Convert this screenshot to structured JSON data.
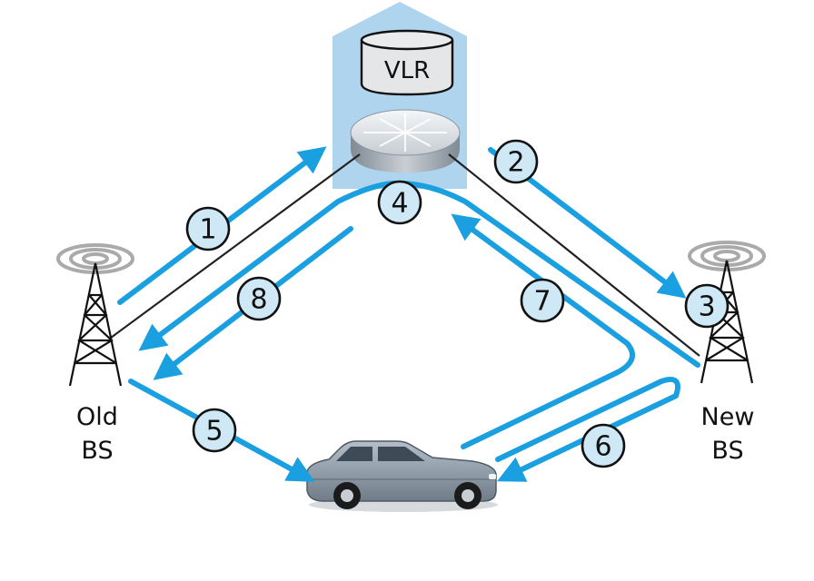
{
  "vlr": {
    "label": "VLR"
  },
  "stations": {
    "old_line1": "Old",
    "old_line2": "BS",
    "new_line1": "New",
    "new_line2": "BS"
  },
  "steps": [
    "1",
    "2",
    "3",
    "4",
    "5",
    "6",
    "7",
    "8"
  ],
  "colors": {
    "arrow": "#1aa0e0",
    "building": "#aed4ee",
    "step_fill": "#cfe8f6",
    "car": "#8e9ba6"
  }
}
